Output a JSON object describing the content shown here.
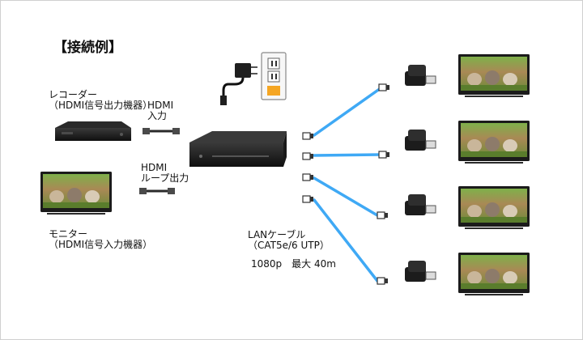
{
  "title": "【接続例】",
  "recorder": {
    "line1": "レコーダー",
    "line2": "（HDMI信号出力機器）"
  },
  "hdmi_in": {
    "line1": "HDMI",
    "line2": "入力"
  },
  "hdmi_loop": {
    "line1": "HDMI",
    "line2": "ループ出力"
  },
  "monitor": {
    "line1": "モニター",
    "line2": "（HDMI信号入力機器）"
  },
  "lan": {
    "line1": "LANケーブル",
    "line2": "（CAT5e/6  UTP）"
  },
  "spec": "1080p　最大 40m",
  "colors": {
    "lan_cable": "#3fa9f5",
    "device_body": "#1e1e1e",
    "outlet_orange": "#f5a623"
  },
  "icons": [
    "power-adapter-icon",
    "wall-outlet-icon",
    "extender-receiver-icon",
    "tv-icon",
    "recorder-icon",
    "splitter-icon"
  ]
}
